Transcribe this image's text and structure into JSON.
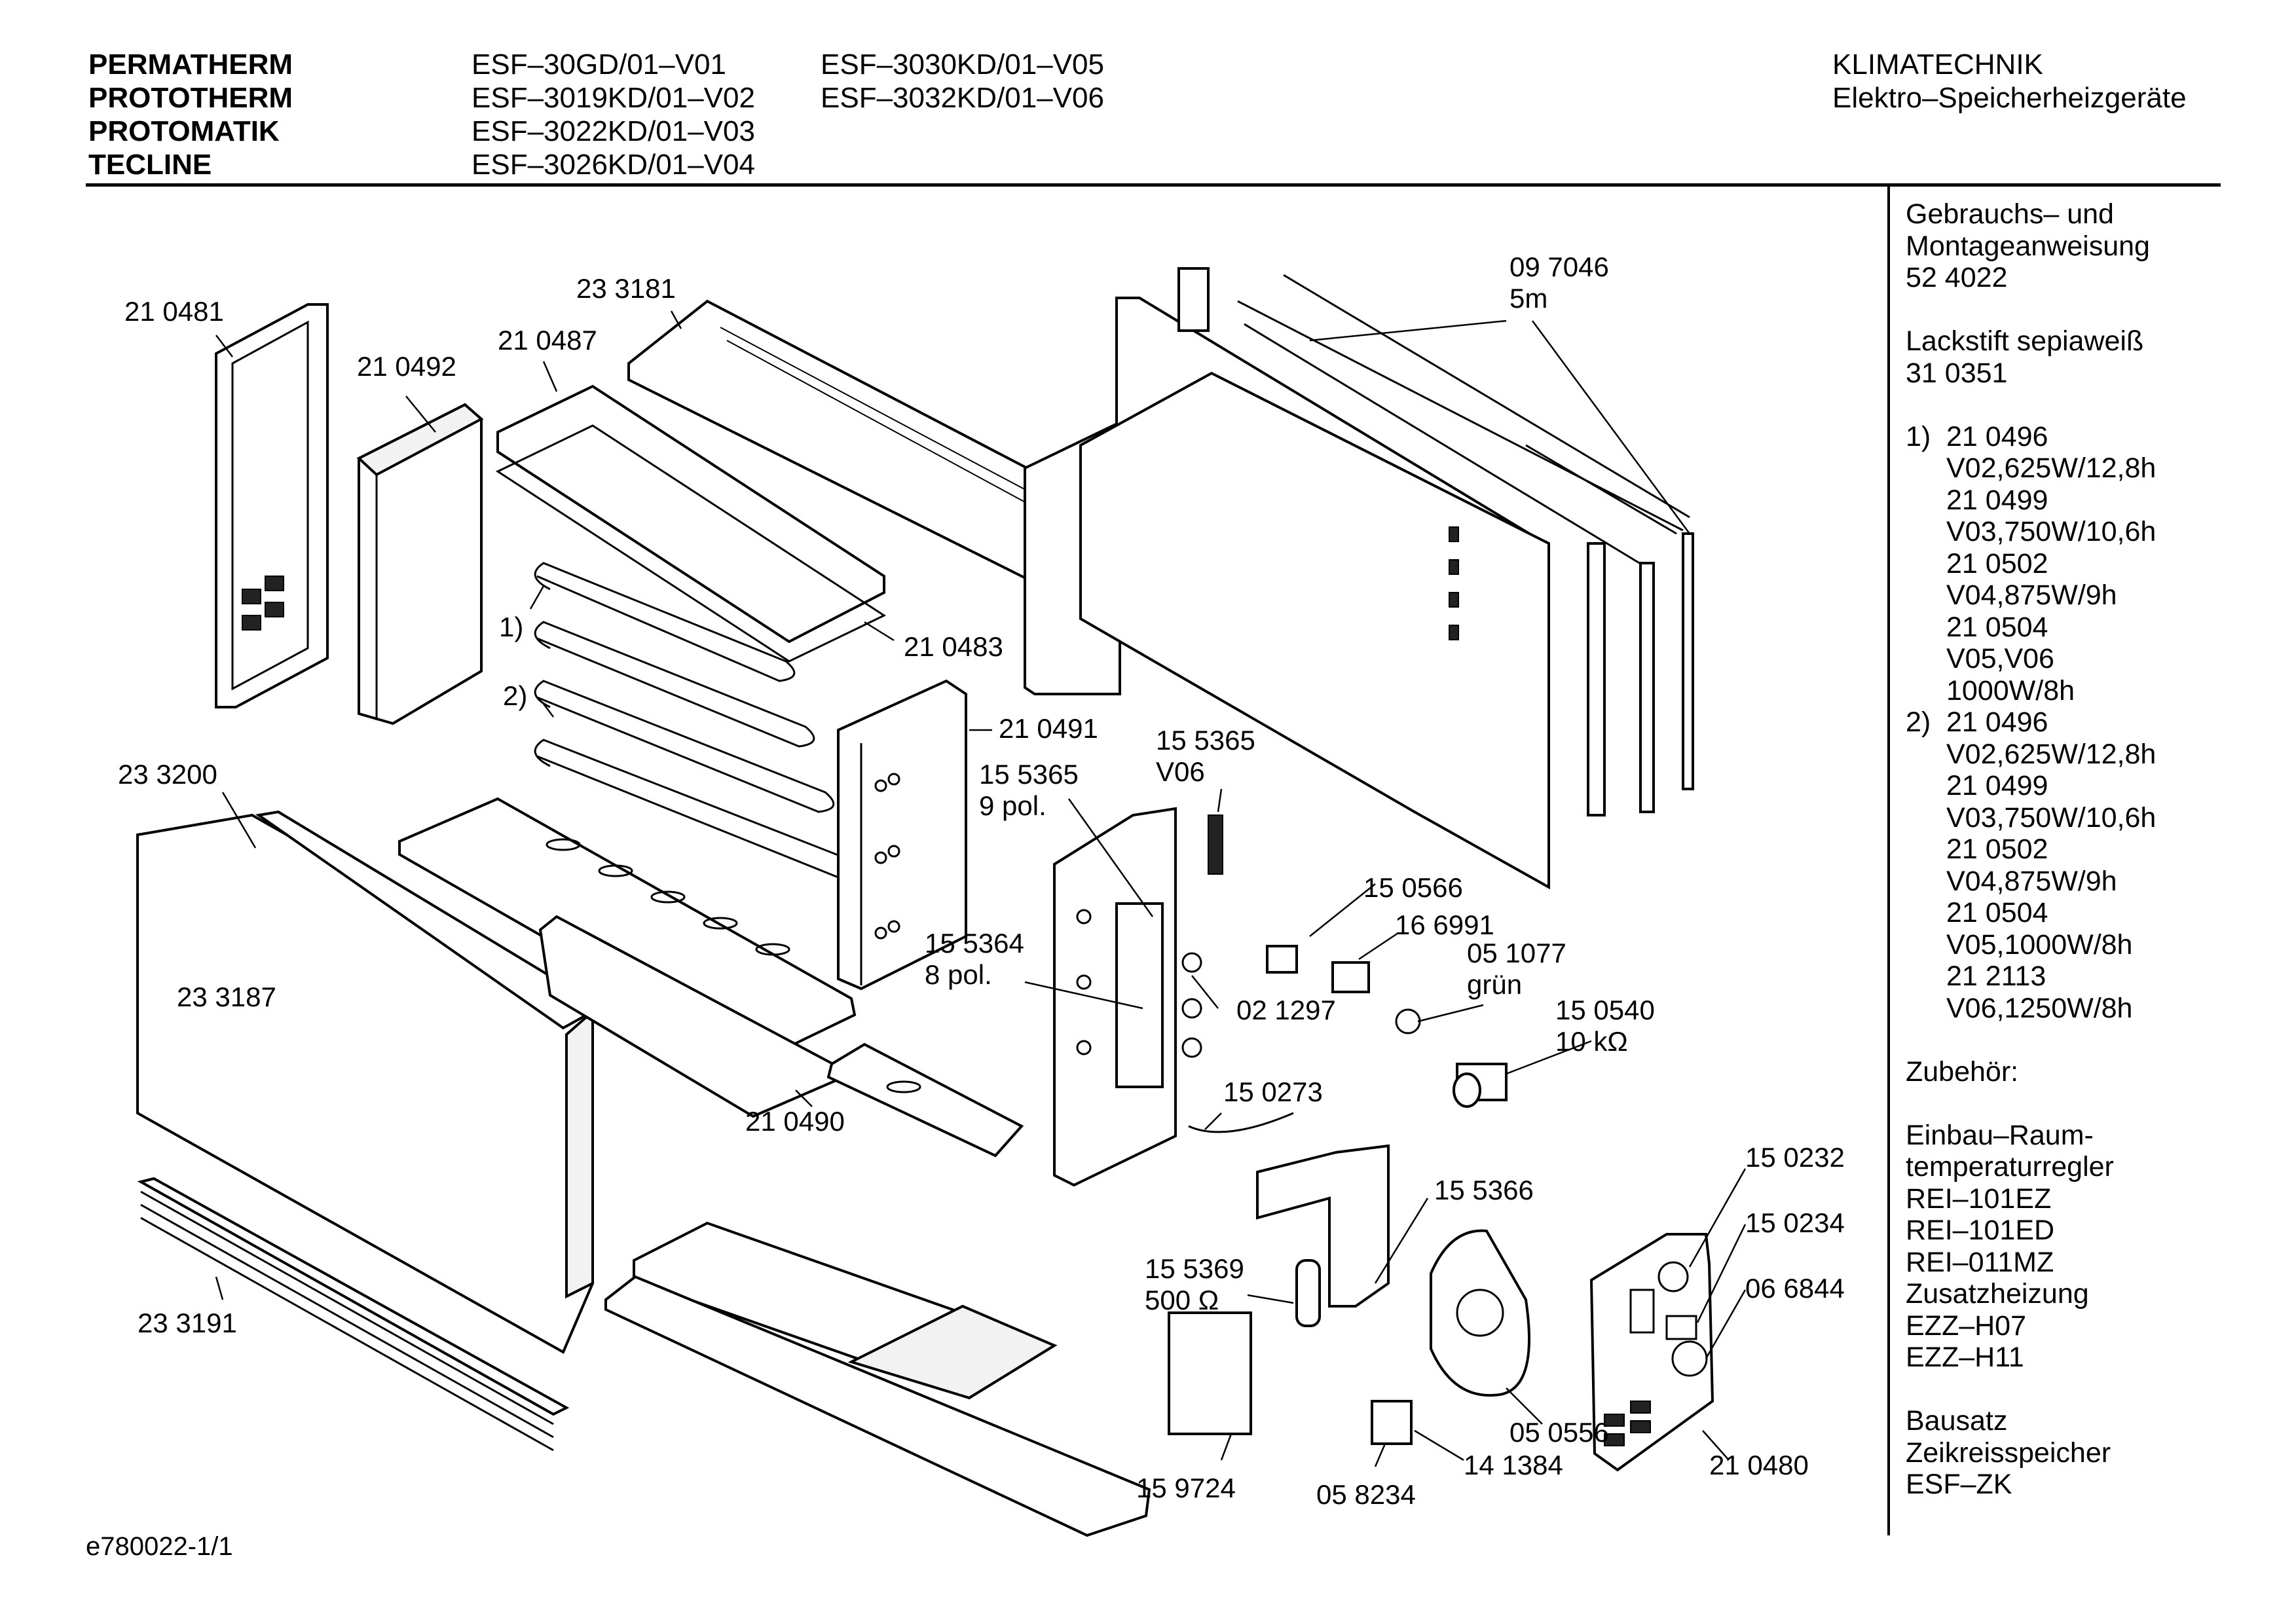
{
  "header": {
    "brands": [
      "PERMATHERM",
      "PROTOTHERM",
      "PROTOMATIK",
      "TECLINE"
    ],
    "models_col1": [
      "ESF–30GD/01–V01",
      "ESF–3019KD/01–V02",
      "ESF–3022KD/01–V03",
      "ESF–3026KD/01–V04"
    ],
    "models_col2": [
      "ESF–3030KD/01–V05",
      "ESF–3032KD/01–V06"
    ],
    "category": [
      "KLIMATECHNIK",
      "Elektro–Speicherheizgeräte"
    ]
  },
  "sidebar": {
    "manual": [
      "Gebrauchs– und",
      "Montageanweisung",
      "52 4022"
    ],
    "paint": [
      "Lackstift sepiaweiß",
      "31 0351"
    ],
    "heater1": {
      "marker": "1)",
      "lines": [
        "21 0496",
        "V02,625W/12,8h",
        "21 0499",
        "V03,750W/10,6h",
        "21 0502",
        "V04,875W/9h",
        "21 0504",
        "V05,V06",
        "1000W/8h"
      ]
    },
    "heater2": {
      "marker": "2)",
      "lines": [
        "21 0496",
        "V02,625W/12,8h",
        "21 0499",
        "V03,750W/10,6h",
        "21 0502",
        "V04,875W/9h",
        "21 0504",
        "V05,1000W/8h",
        "21 2113",
        "V06,1250W/8h"
      ]
    },
    "accessories_title": "Zubehör:",
    "accessories": [
      "Einbau–Raum-",
      "temperaturregler",
      "REI–101EZ",
      "REI–101ED",
      "REI–011MZ",
      "Zusatzheizung",
      "EZZ–H07",
      "EZZ–H11"
    ],
    "kit": [
      "Bausatz",
      "Zeikreisspeicher",
      "ESF–ZK"
    ]
  },
  "parts": {
    "p210481": "21 0481",
    "p210492": "21 0492",
    "p210487": "21 0487",
    "p233181": "23 3181",
    "p097046": "09 7046",
    "p097046_len": "5m",
    "p210483": "21 0483",
    "m1": "1)",
    "m2": "2)",
    "p210491": "21 0491",
    "p155365v": "15 5365",
    "p155365v_sub": "V06",
    "p155365": "15 5365",
    "p155365_sub": "9 pol.",
    "p233200": "23 3200",
    "p150566": "15 0566",
    "p166991": "16 6991",
    "p051077": "05 1077",
    "p051077_sub": "grün",
    "p155364": "15 5364",
    "p155364_sub": "8 pol.",
    "p021297": "02 1297",
    "p150540": "15 0540",
    "p150540_sub": "10 kΩ",
    "p233187": "23 3187",
    "p210490": "21 0490",
    "p150273": "15 0273",
    "p150232": "15 0232",
    "p155366": "15 5366",
    "p150234": "15 0234",
    "p155369": "15 5369",
    "p155369_sub": "500 Ω",
    "p066844": "06 6844",
    "p233191": "23 3191",
    "p050556": "05 0556",
    "p141384": "14 1384",
    "p210480": "21 0480",
    "p159724": "15 9724",
    "p058234": "05 8234"
  },
  "footer": {
    "drawing_id": "e780022-1/1"
  }
}
